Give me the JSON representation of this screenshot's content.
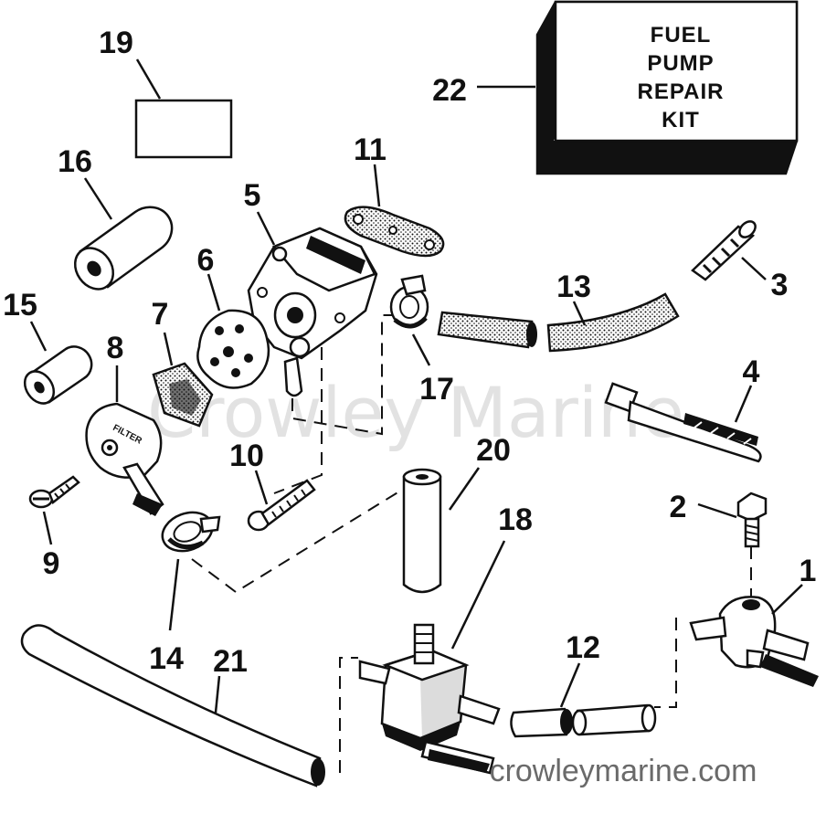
{
  "watermark": "Crowley Marine",
  "footer_url": "crowleymarine.com",
  "kit_box": {
    "lines": [
      "FUEL",
      "PUMP",
      "REPAIR",
      "KIT"
    ]
  },
  "callouts": {
    "n1": "1",
    "n2": "2",
    "n3": "3",
    "n4": "4",
    "n5": "5",
    "n6": "6",
    "n7": "7",
    "n8": "8",
    "n9": "9",
    "n10": "10",
    "n11": "11",
    "n12": "12",
    "n13": "13",
    "n14": "14",
    "n15": "15",
    "n16": "16",
    "n17": "17",
    "n18": "18",
    "n19": "19",
    "n20": "20",
    "n21": "21",
    "n22": "22"
  },
  "filter_label": "FILTER",
  "colors": {
    "ink": "#111111",
    "watermark": "#e2e2e2",
    "url": "#6a6a6a",
    "background": "#ffffff"
  }
}
